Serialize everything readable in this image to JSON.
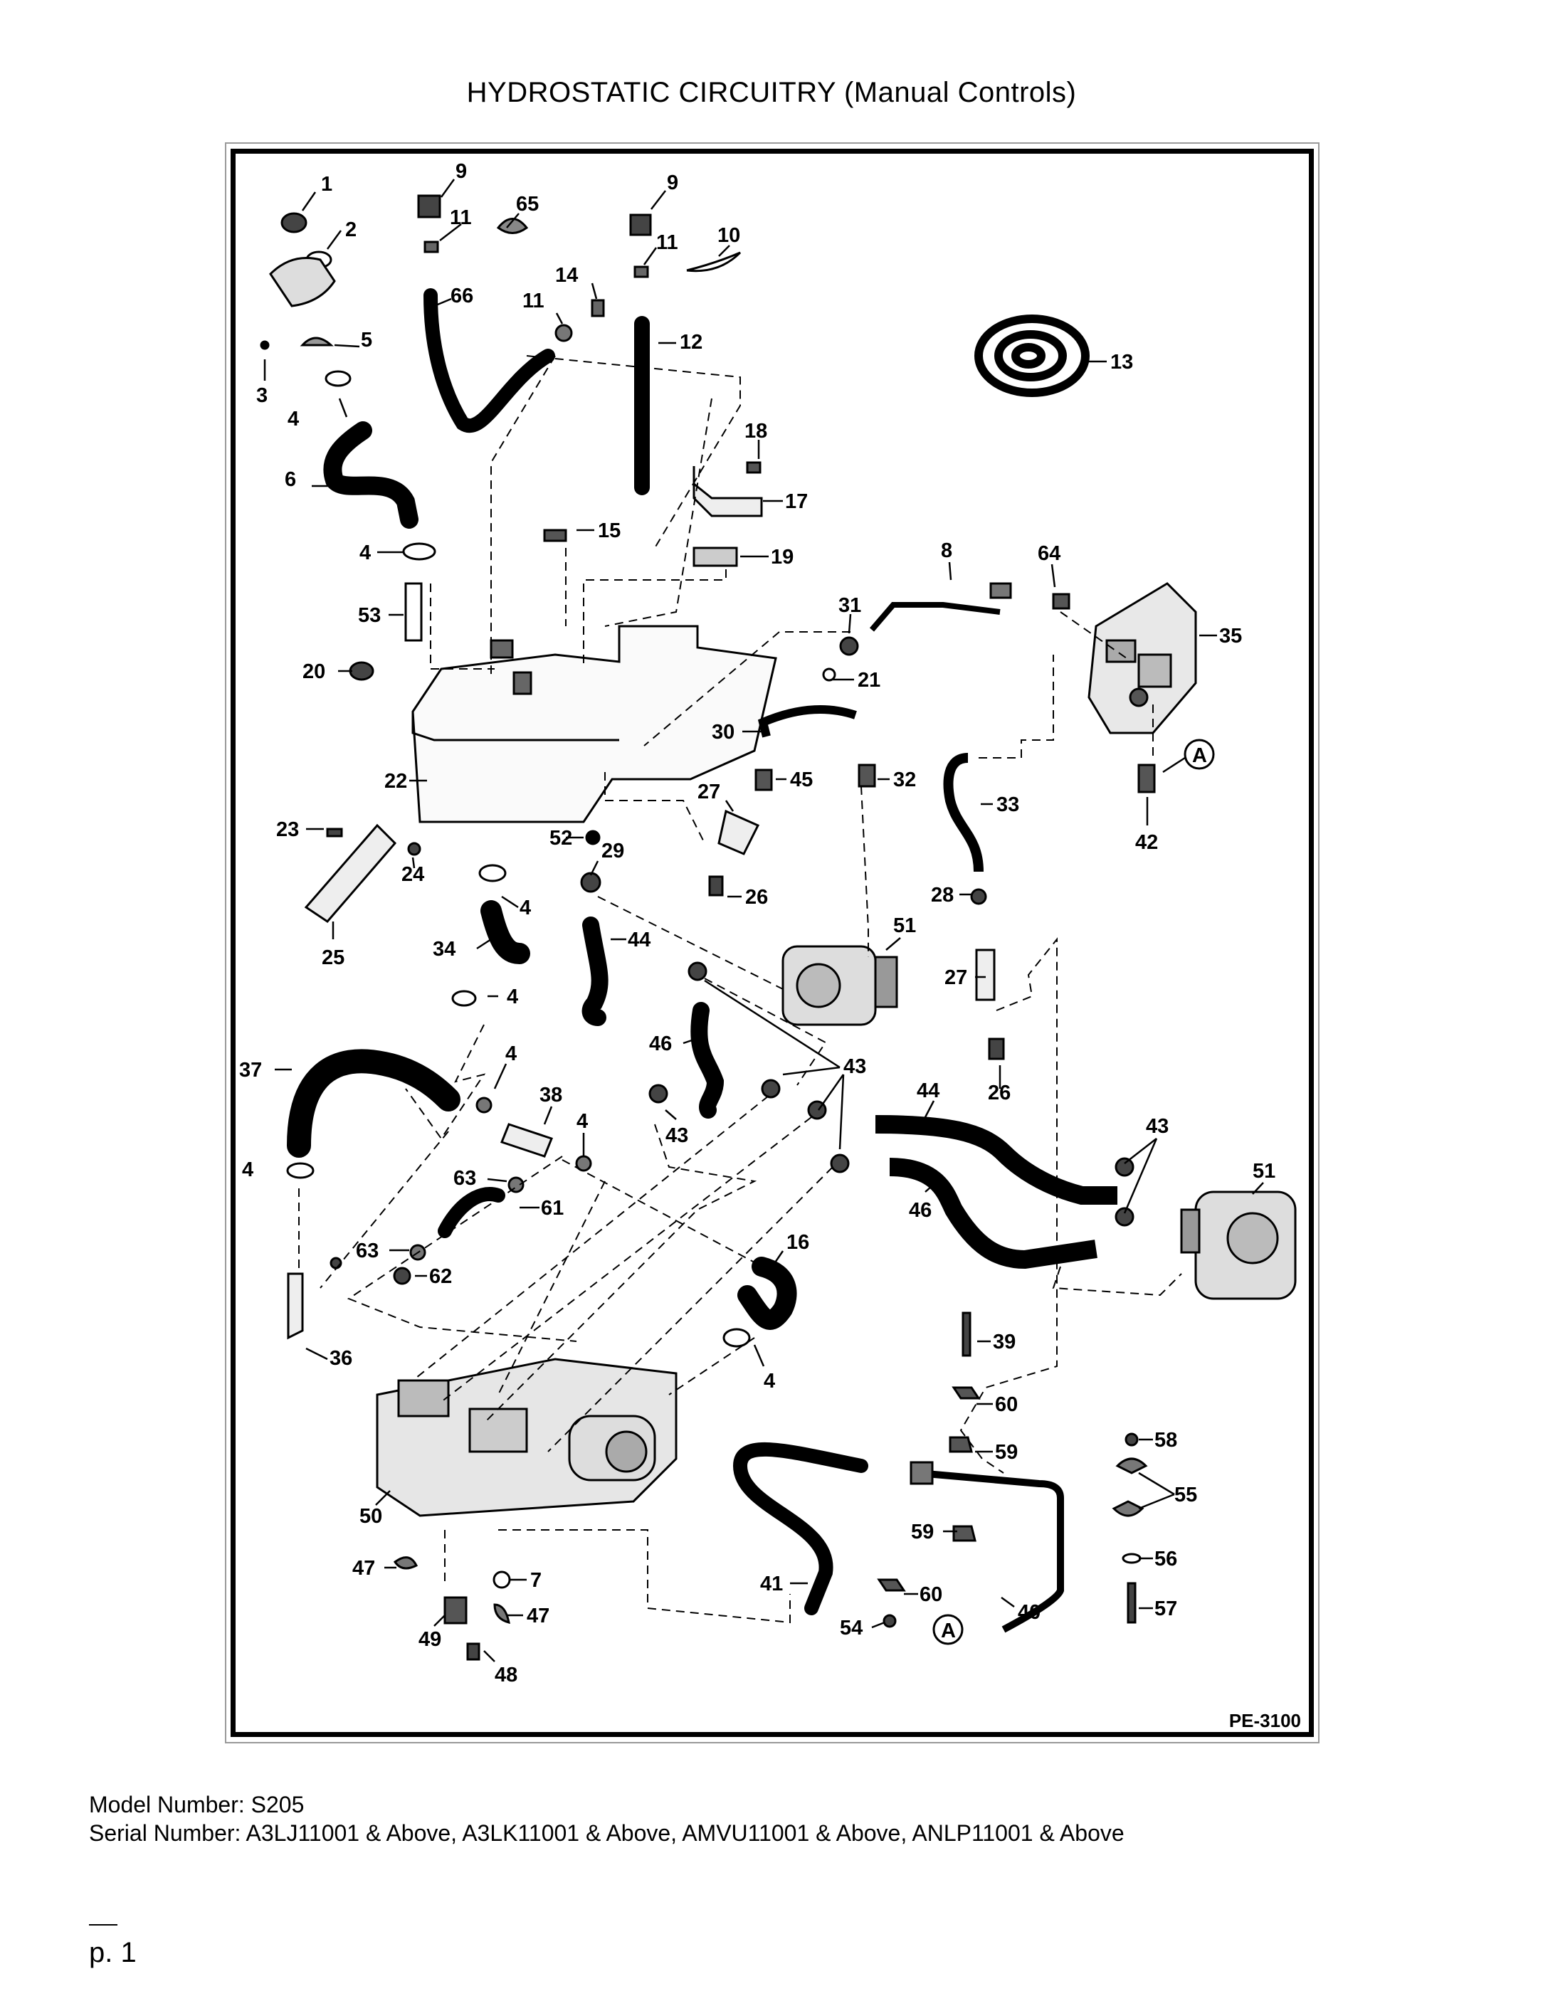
{
  "title": "HYDROSTATIC CIRCUITRY (Manual Controls)",
  "drawing_id": "PE-3100",
  "model_line": "Model Number: S205",
  "serial_line": "Serial Number: A3LJ11001 & Above, A3LK11001 & Above, AMVU11001 & Above, ANLP11001 & Above",
  "page_number": "p. 1",
  "callouts": {
    "c1": "1",
    "c2": "2",
    "c3": "3",
    "c4a": "4",
    "c5": "5",
    "c6": "6",
    "c9a": "9",
    "c11a": "11",
    "c65": "65",
    "c66": "66",
    "c11b": "11",
    "c14": "14",
    "c9b": "9",
    "c11c": "11",
    "c10": "10",
    "c12": "12",
    "c13": "13",
    "c4b": "4",
    "c53": "53",
    "c15": "15",
    "c18": "18",
    "c17": "17",
    "c19": "19",
    "c8": "8",
    "c64": "64",
    "c35": "35",
    "c31": "31",
    "c21": "21",
    "c20": "20",
    "c22": "22",
    "c30": "30",
    "c45": "45",
    "c32": "32",
    "c33": "33",
    "cA1": "A",
    "c42": "42",
    "c27a": "27",
    "c23": "23",
    "c24": "24",
    "c52": "52",
    "c29": "29",
    "c26a": "26",
    "c28": "28",
    "c25": "25",
    "c4c": "4",
    "c34": "34",
    "c44a": "44",
    "c51a": "51",
    "c27b": "27",
    "c4d": "4",
    "c37": "37",
    "c4e": "4",
    "c46a": "46",
    "c43a": "43",
    "c44b": "44",
    "c26b": "26",
    "c38": "38",
    "c4f": "4",
    "c43b": "43",
    "c43c": "43",
    "c4g": "4",
    "c63a": "63",
    "c61": "61",
    "c46b": "46",
    "c51b": "51",
    "c63b": "63",
    "c62": "62",
    "c16": "16",
    "c36": "36",
    "c39": "39",
    "c4h": "4",
    "c60a": "60",
    "c59a": "59",
    "c58": "58",
    "c55": "55",
    "c50": "50",
    "c59b": "59",
    "c56": "56",
    "c47a": "47",
    "c7": "7",
    "c41": "41",
    "c60b": "60",
    "c57": "57",
    "c47b": "47",
    "c54": "54",
    "cA2": "A",
    "c40": "40",
    "c49": "49",
    "c48": "48"
  }
}
